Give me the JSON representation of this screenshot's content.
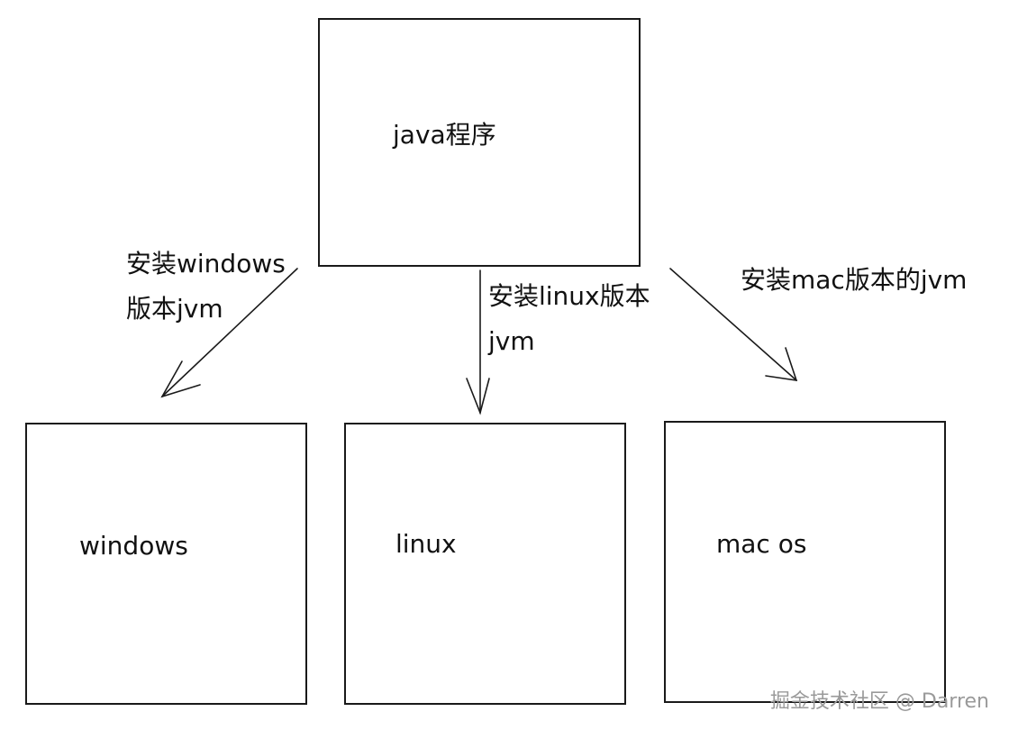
{
  "nodes": {
    "java_program": "java程序",
    "windows": "windows",
    "linux": "linux",
    "mac_os": "mac os"
  },
  "edges": {
    "to_windows": {
      "line1": "安装windows",
      "line2": "版本jvm"
    },
    "to_linux": {
      "line1": "安装linux版本",
      "line2": "jvm"
    },
    "to_mac": {
      "line1": "安装mac版本的jvm"
    }
  },
  "watermark": "掘金技术社区 @ Darren",
  "colors": {
    "stroke": "#1a1a1a",
    "text": "#111111",
    "watermark": "#9a9a9a"
  }
}
